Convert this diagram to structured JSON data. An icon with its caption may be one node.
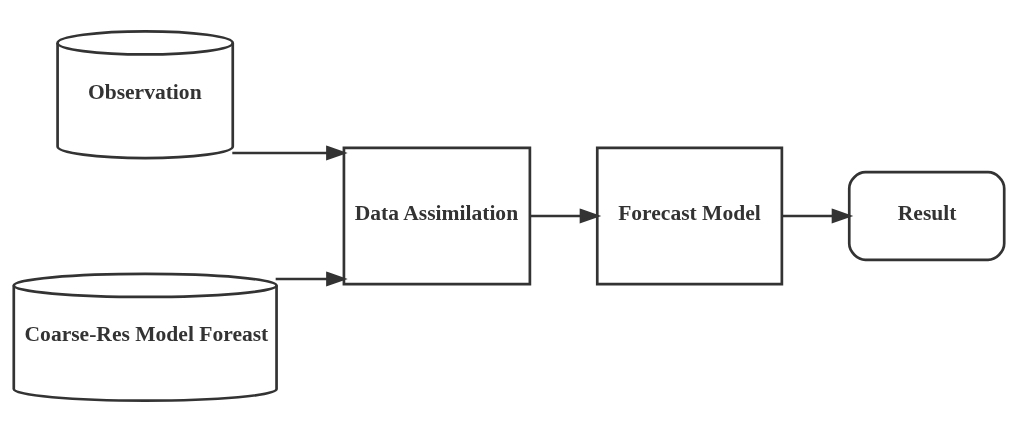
{
  "diagram": {
    "nodes": [
      {
        "text": [
          "Observation"
        ]
      },
      {
        "text": [
          "Coarse-Res Model Foreast"
        ]
      },
      {
        "text": [
          "Data Assimilation"
        ]
      },
      {
        "text": [
          "Forecast Model"
        ]
      },
      {
        "text": [
          "Result"
        ]
      }
    ],
    "edges": [
      {
        "from": 0,
        "to": 2,
        "arrow": "to"
      },
      {
        "from": 1,
        "to": 2,
        "arrow": "to"
      },
      {
        "from": 2,
        "to": 3,
        "arrow": "to"
      },
      {
        "from": 3,
        "to": 4,
        "arrow": "to"
      }
    ]
  }
}
